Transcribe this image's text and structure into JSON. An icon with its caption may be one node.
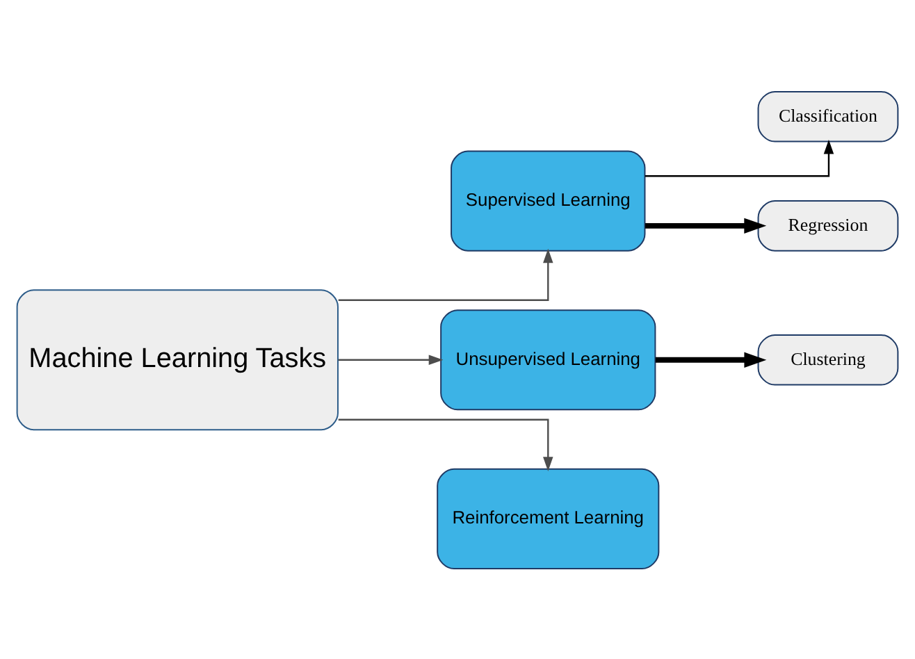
{
  "diagram": {
    "nodes": [
      {
        "text": [
          "Machine Learning Tasks"
        ]
      },
      {
        "text": [
          "Supervised Learning"
        ]
      },
      {
        "text": [
          "Unsupervised Learning"
        ]
      },
      {
        "text": [
          "Reinforcement Learning"
        ]
      },
      {
        "text": [
          "Classification"
        ]
      },
      {
        "text": [
          "Regression"
        ]
      },
      {
        "text": [
          "Clustering"
        ]
      }
    ],
    "edges": [
      {
        "from": 0,
        "to": 1,
        "arrow": "to",
        "color": "#4d4d4d"
      },
      {
        "from": 0,
        "to": 2,
        "arrow": "to",
        "color": "#4d4d4d"
      },
      {
        "from": 0,
        "to": 3,
        "arrow": "to",
        "color": "#4d4d4d"
      },
      {
        "from": 1,
        "to": 4,
        "arrow": "to"
      },
      {
        "from": 1,
        "to": 5,
        "arrow": "to",
        "style": "thick"
      },
      {
        "from": 2,
        "to": 6,
        "arrow": "to",
        "style": "thick"
      }
    ]
  }
}
